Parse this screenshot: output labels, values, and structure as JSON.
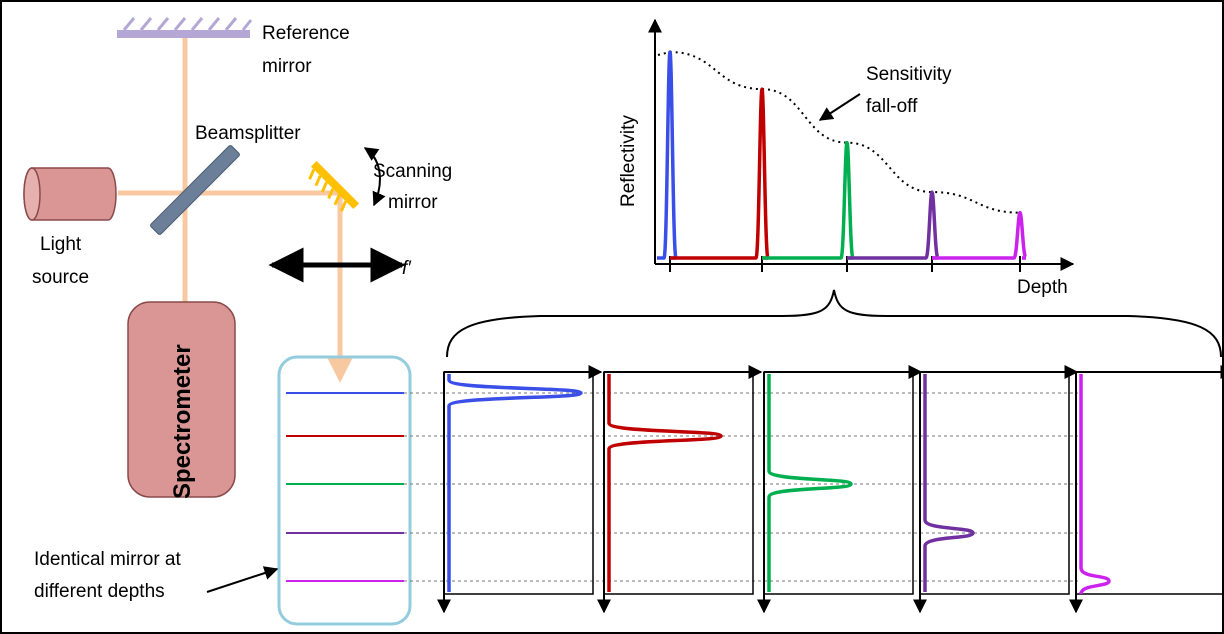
{
  "labels": {
    "reference_mirror_line1": "Reference",
    "reference_mirror_line2": "mirror",
    "beamsplitter": "Beamsplitter",
    "scanning_mirror_line1": "Scanning",
    "scanning_mirror_line2": "mirror",
    "light_source_line1": "Light",
    "light_source_line2": "source",
    "spectrometer": "Spectrometer",
    "lens_focal": "f′",
    "identical_mirror_line1": "Identical mirror at",
    "identical_mirror_line2": "different depths"
  },
  "sensitivity_plot": {
    "ylabel": "Reflectivity",
    "xlabel": "Depth",
    "annotation_line1": "Sensitivity",
    "annotation_line2": "fall-off",
    "peaks": [
      {
        "name": "blue",
        "color": "#3a4ee8",
        "depth": 1,
        "reflectivity": 1.0
      },
      {
        "name": "red",
        "color": "#c00000",
        "depth": 2,
        "reflectivity": 0.82
      },
      {
        "name": "green",
        "color": "#00b050",
        "depth": 3,
        "reflectivity": 0.56
      },
      {
        "name": "purple",
        "color": "#7030a0",
        "depth": 4,
        "reflectivity": 0.32
      },
      {
        "name": "magenta",
        "color": "#cc22ee",
        "depth": 5,
        "reflectivity": 0.22
      }
    ]
  },
  "colors": {
    "beam": "#f8c9a0",
    "light_source": "#d99694",
    "spectrometer": "#d99694",
    "reference_mirror": "#b4a7d6",
    "beamsplitter": "#6b7f99",
    "scanning_mirror": "#ffc000",
    "sample_box": "#93cddd"
  },
  "depth_panels": [
    {
      "name": "blue",
      "color": "#3a4ee8"
    },
    {
      "name": "red",
      "color": "#c00000"
    },
    {
      "name": "green",
      "color": "#00b050"
    },
    {
      "name": "purple",
      "color": "#7030a0"
    },
    {
      "name": "magenta",
      "color": "#cc22ee"
    }
  ]
}
